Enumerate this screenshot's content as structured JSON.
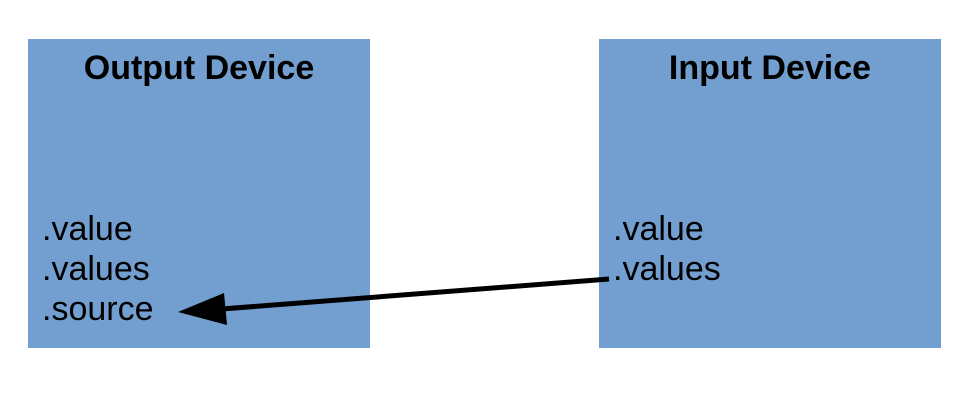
{
  "diagram": {
    "output_device": {
      "title": "Output Device",
      "properties": [
        ".value",
        ".values",
        ".source"
      ]
    },
    "input_device": {
      "title": "Input Device",
      "properties": [
        ".value",
        ".values"
      ]
    },
    "connection": {
      "from": "input_device.values",
      "to": "output_device.source"
    },
    "colors": {
      "box_fill": "#729fcf",
      "text": "#000000",
      "arrow": "#000000",
      "background": "#ffffff"
    }
  }
}
